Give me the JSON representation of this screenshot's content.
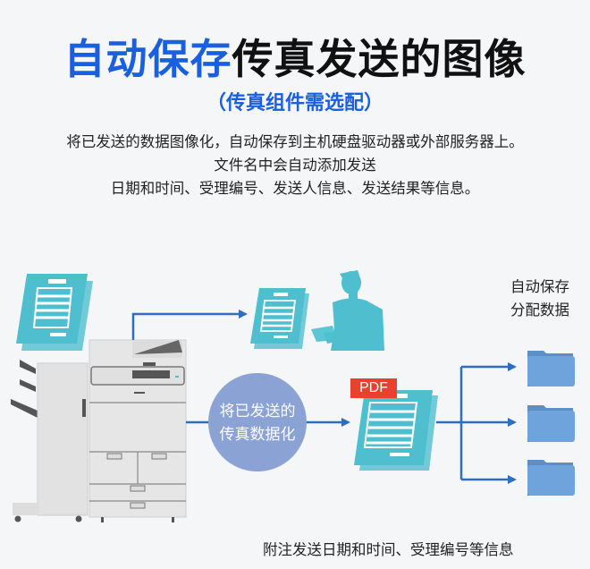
{
  "title": {
    "highlight": "自动保存",
    "rest": "传真发送的图像"
  },
  "subtitle": "（传真组件需选配）",
  "description": {
    "lines": [
      "将已发送的数据图像化，自动保存到主机硬盘驱动器或外部服务器上。",
      "文件名中会自动添加发送",
      "日期和时间、受理编号、发送人信息、发送结果等信息。"
    ]
  },
  "diagram": {
    "circle_text": [
      "将已发送的",
      "传真数据化"
    ],
    "pdf_badge": "PDF",
    "right_label": [
      "自动保存",
      "分配数据"
    ],
    "footnote": "附注发送日期和时间、受理编号等信息",
    "icons": [
      "fax-document-icon",
      "multifunction-printer-icon",
      "printed-document-icon",
      "businessman-icon",
      "pdf-document-icon",
      "folder-icon"
    ]
  },
  "colors": {
    "title_blue": "#1a5fe0",
    "arrow_blue": "#2e6ec0",
    "document_teal": "#4fbfcf",
    "circle_blue": "#8aa2d4",
    "pdf_red": "#e8412e",
    "folder_blue": "#6ea3dc",
    "background": "#f4f6f8"
  }
}
